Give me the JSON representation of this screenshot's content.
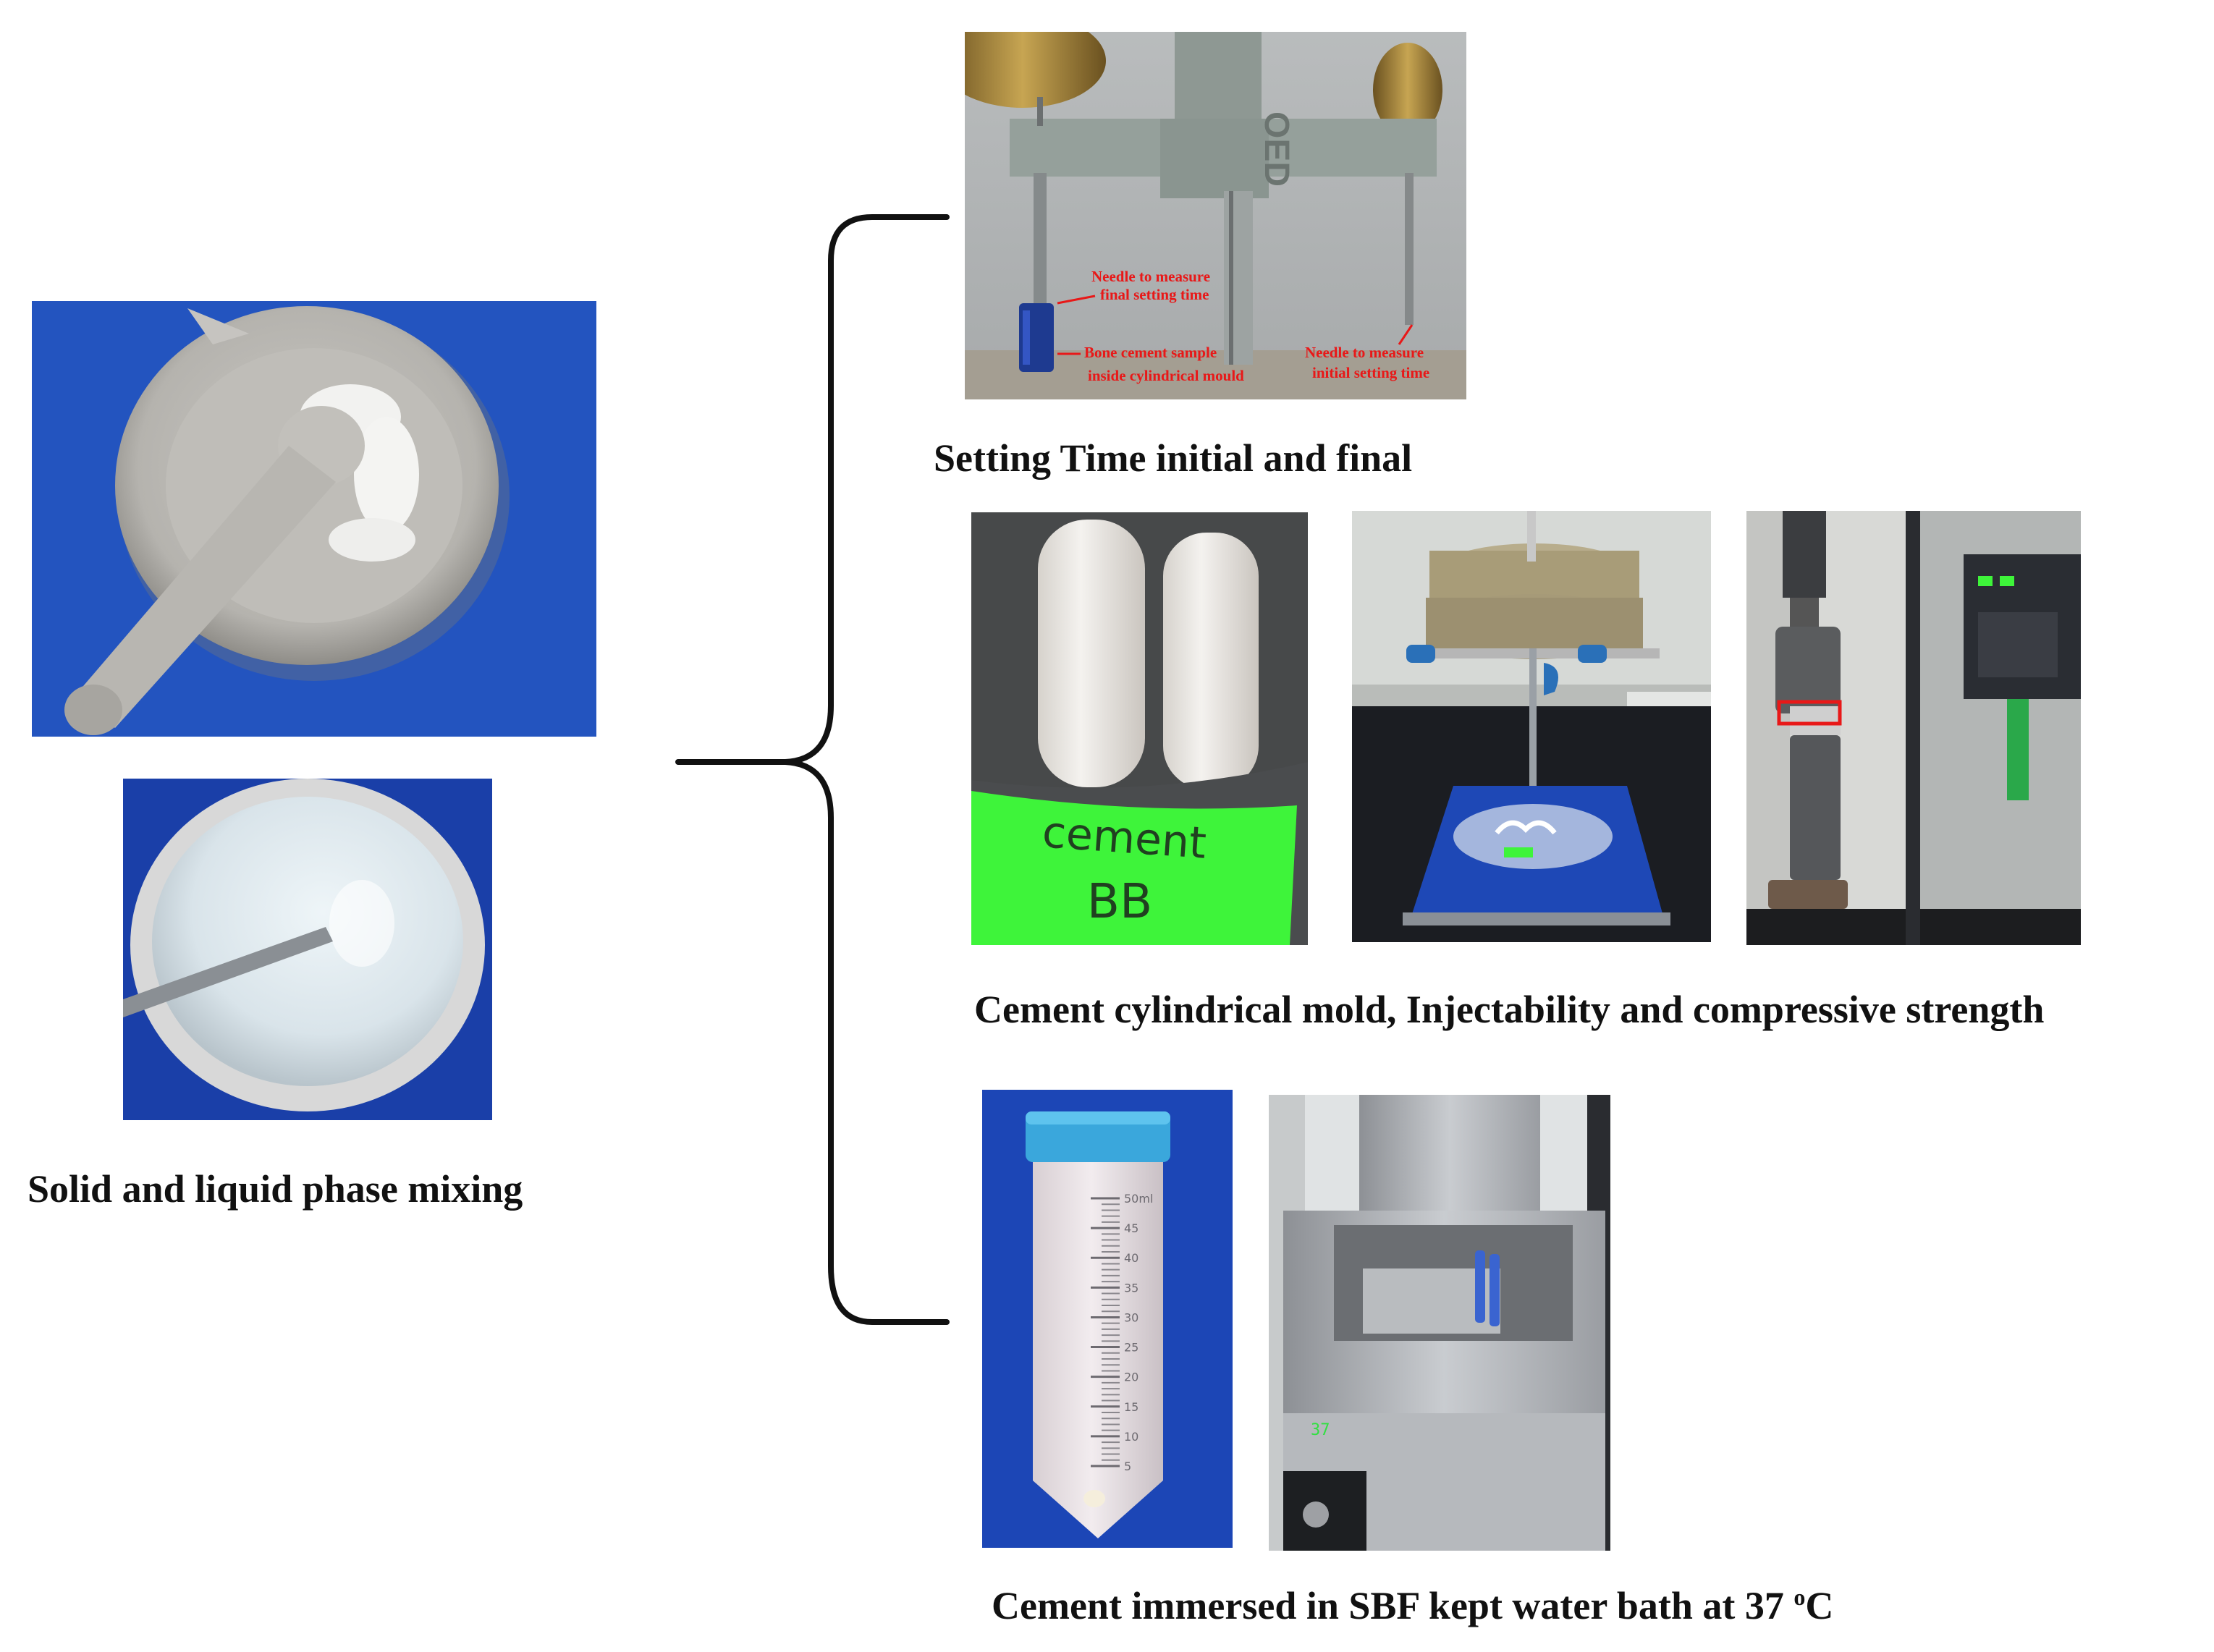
{
  "left": {
    "caption": "Solid and liquid phase mixing",
    "photos": [
      "mortar-and-pestle-powder-photo",
      "liquid-paste-bowl-photo"
    ]
  },
  "setting_time": {
    "caption": "Setting Time initial and final",
    "annotations": {
      "final_needle": [
        "Needle to measure",
        "final setting time"
      ],
      "sample": [
        "Bone cement sample",
        "inside cylindrical mould"
      ],
      "initial_needle": [
        "Needle to measure",
        "initial setting time"
      ]
    },
    "plate_text": "OED"
  },
  "mechanical": {
    "caption": "Cement cylindrical mold, Injectability and compressive strength",
    "label_text": [
      "cement",
      "BB"
    ]
  },
  "immersion": {
    "caption_prefix": "Cement immersed in SBF kept water bath at 37 ",
    "caption_super": "o",
    "caption_suffix": "C",
    "tube_marks": [
      "50ml",
      "45",
      "40",
      "35",
      "30",
      "25",
      "20",
      "15",
      "10",
      "5"
    ],
    "bath_display": "37"
  },
  "colors": {
    "brace": "#111111",
    "blue_background": "#1f4fb5",
    "green_label": "#3ef43a",
    "annotation_red": "#e81818"
  }
}
